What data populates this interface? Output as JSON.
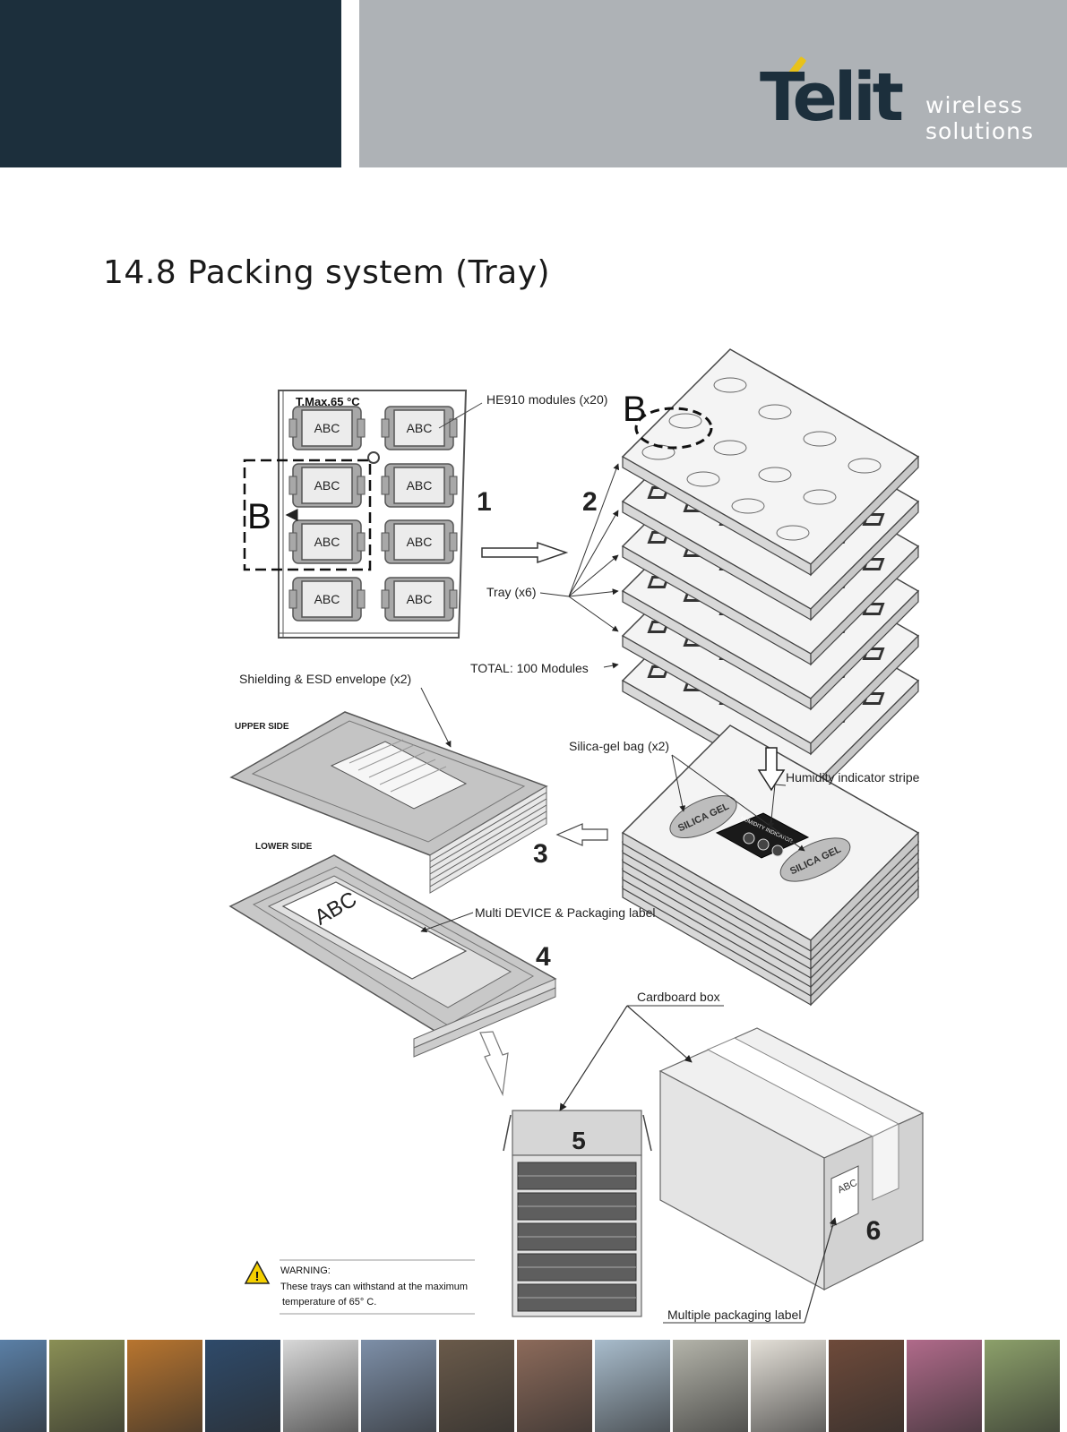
{
  "header": {
    "logo_brand": "Telit",
    "logo_tagline_1": "wireless",
    "logo_tagline_2": "solutions"
  },
  "section_title": "14.8 Packing system (Tray)",
  "diagram": {
    "temp_label": "T.Max.65 °C",
    "module_text": "ABC",
    "detail_letter": "B",
    "callout_modules": "HE910 modules (x20)",
    "callout_tray": "Tray (x6)",
    "callout_total": "TOTAL: 100 Modules",
    "callout_envelope": "Shielding & ESD envelope (x2)",
    "upper_side": "UPPER SIDE",
    "lower_side": "LOWER SIDE",
    "callout_silica": "Silica-gel bag (x2)",
    "callout_humidity": "Humidity indicator stripe",
    "callout_multi_label": "Multi DEVICE & Packaging label",
    "callout_cardboard": "Cardboard box",
    "callout_multiple_label": "Multiple packaging label",
    "silica_text": "SILICA GEL",
    "humidity_text": "HUMIDITY INDICATOR",
    "steps": [
      "1",
      "2",
      "3",
      "4",
      "5",
      "6"
    ],
    "warning_title": "WARNING:",
    "warning_line1": "These trays can withstand at the maximum",
    "warning_line2": "temperature of 65° C."
  },
  "footer": {
    "photos": [
      {
        "name": "airplane-photo",
        "color": "#5a7fa6"
      },
      {
        "name": "phone-sign-photo",
        "color": "#8a8f55"
      },
      {
        "name": "containers-photo",
        "color": "#b8752f"
      },
      {
        "name": "clock-display-photo",
        "color": "#2e4a6a"
      },
      {
        "name": "keyboard-photo",
        "color": "#d8d8d8"
      },
      {
        "name": "cyclist-photo",
        "color": "#7d8fa8"
      },
      {
        "name": "card-reader-photo",
        "color": "#6a5a4a"
      },
      {
        "name": "vending-photo",
        "color": "#8c6a5a"
      },
      {
        "name": "wind-turbines-photo",
        "color": "#a8bccc"
      },
      {
        "name": "meter-photo",
        "color": "#b4b4aa"
      },
      {
        "name": "white-room-photo",
        "color": "#e4e0d8"
      },
      {
        "name": "station-photo",
        "color": "#6e4a3a"
      },
      {
        "name": "pink-goods-photo",
        "color": "#b06a8a"
      },
      {
        "name": "camera-photo",
        "color": "#8ca06a"
      }
    ]
  }
}
